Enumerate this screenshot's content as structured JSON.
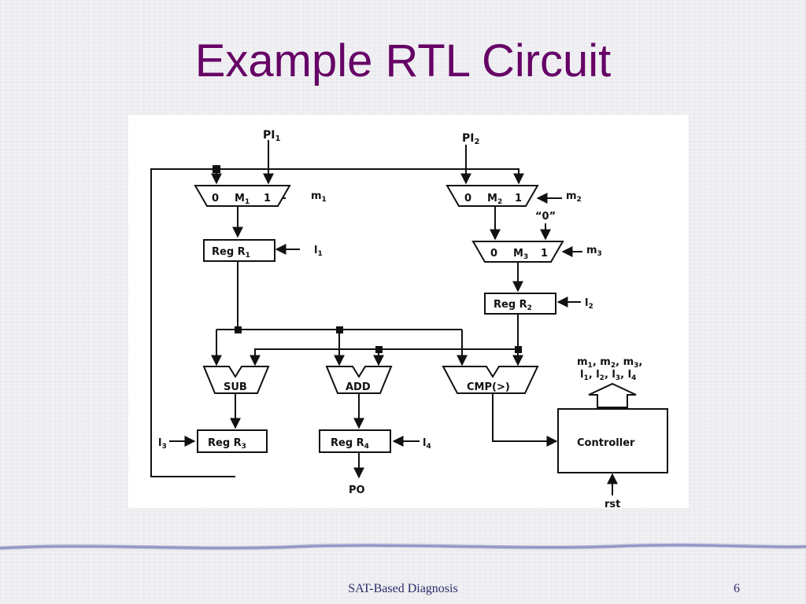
{
  "slide": {
    "title": "Example RTL Circuit",
    "footer_title": "SAT-Based Diagnosis",
    "page_number": "6"
  },
  "diagram": {
    "inputs": {
      "pi1": "PI",
      "pi1_sub": "1",
      "pi2": "PI",
      "pi2_sub": "2",
      "rst": "rst",
      "zero_const": "“0”"
    },
    "muxes": [
      {
        "name": "M",
        "sub": "1",
        "left": "0",
        "right": "1",
        "select": "m",
        "select_sub": "1"
      },
      {
        "name": "M",
        "sub": "2",
        "left": "0",
        "right": "1",
        "select": "m",
        "select_sub": "2"
      },
      {
        "name": "M",
        "sub": "3",
        "left": "0",
        "right": "1",
        "select": "m",
        "select_sub": "3"
      }
    ],
    "registers": [
      {
        "name": "Reg R",
        "sub": "1",
        "load": "l",
        "load_sub": "1"
      },
      {
        "name": "Reg R",
        "sub": "2",
        "load": "l",
        "load_sub": "2"
      },
      {
        "name": "Reg R",
        "sub": "3",
        "load": "l",
        "load_sub": "3"
      },
      {
        "name": "Reg R",
        "sub": "4",
        "load": "l",
        "load_sub": "4"
      }
    ],
    "units": {
      "sub": "SUB",
      "add": "ADD",
      "cmp": "CMP(>)"
    },
    "controller": "Controller",
    "output": "PO",
    "controller_outputs": {
      "line1": [
        {
          "t": "m",
          "s": "1"
        },
        {
          "t": "m",
          "s": "2"
        },
        {
          "t": "m",
          "s": "3"
        }
      ],
      "line2": [
        {
          "t": "l",
          "s": "1"
        },
        {
          "t": "l",
          "s": "2"
        },
        {
          "t": "l",
          "s": "3"
        },
        {
          "t": "l",
          "s": "4"
        }
      ]
    }
  }
}
